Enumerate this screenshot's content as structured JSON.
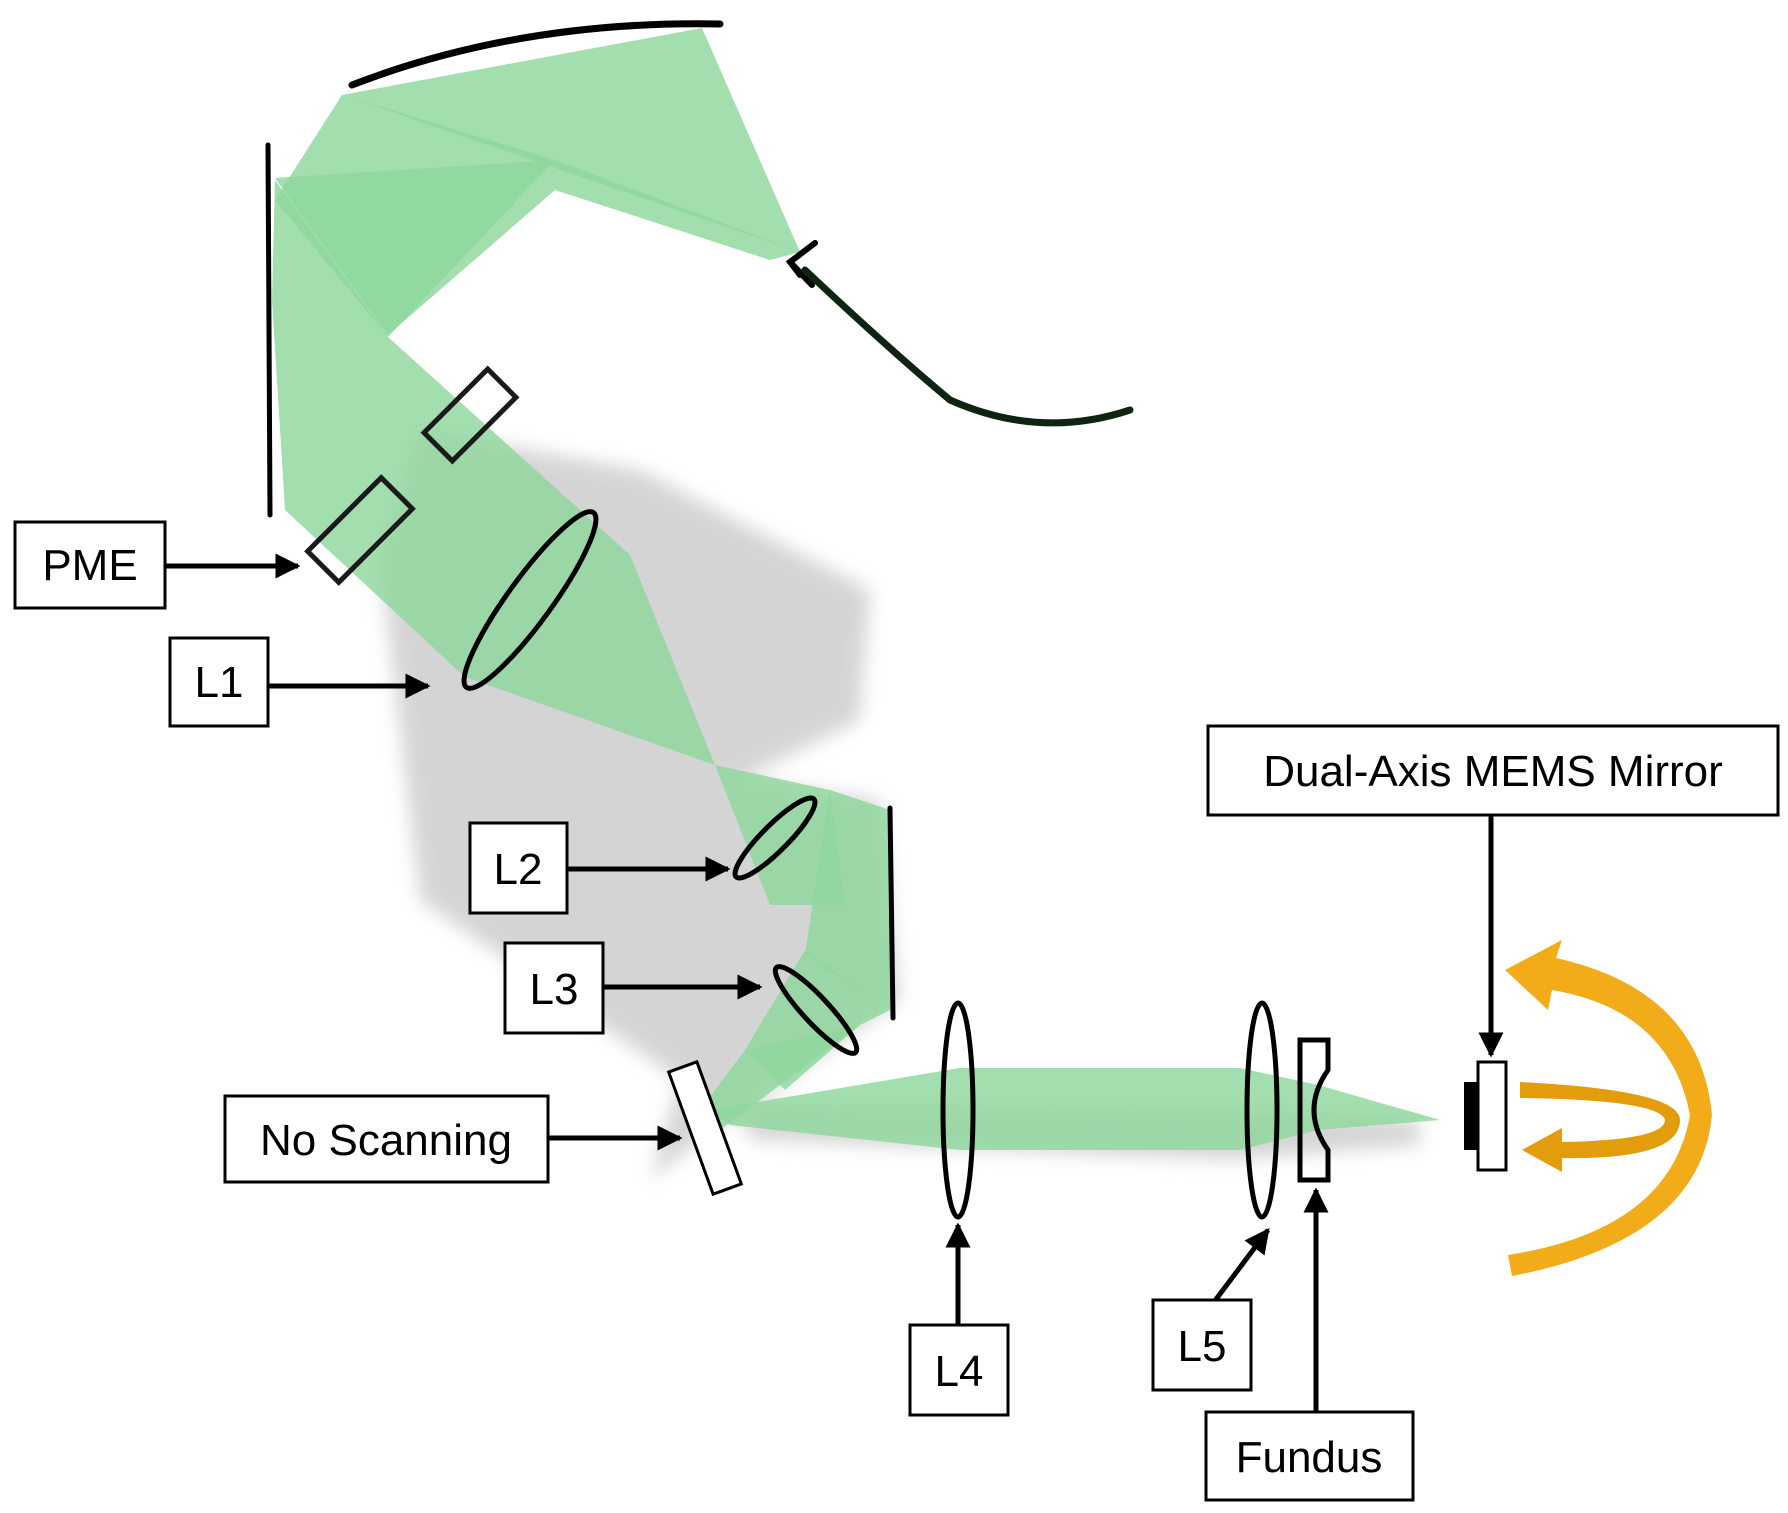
{
  "diagram": {
    "labels": {
      "pme": "PME",
      "l1": "L1",
      "l2": "L2",
      "l3": "L3",
      "l4": "L4",
      "l5": "L5",
      "no_scanning": "No Scanning",
      "dual_axis_mems_mirror": "Dual-Axis MEMS Mirror",
      "fundus": "Fundus"
    },
    "colors": {
      "beam": "#8fd79e",
      "shadow": "#b9b9b9",
      "rotation_arrow": "#f2ac1a",
      "ink": "#000000"
    }
  }
}
